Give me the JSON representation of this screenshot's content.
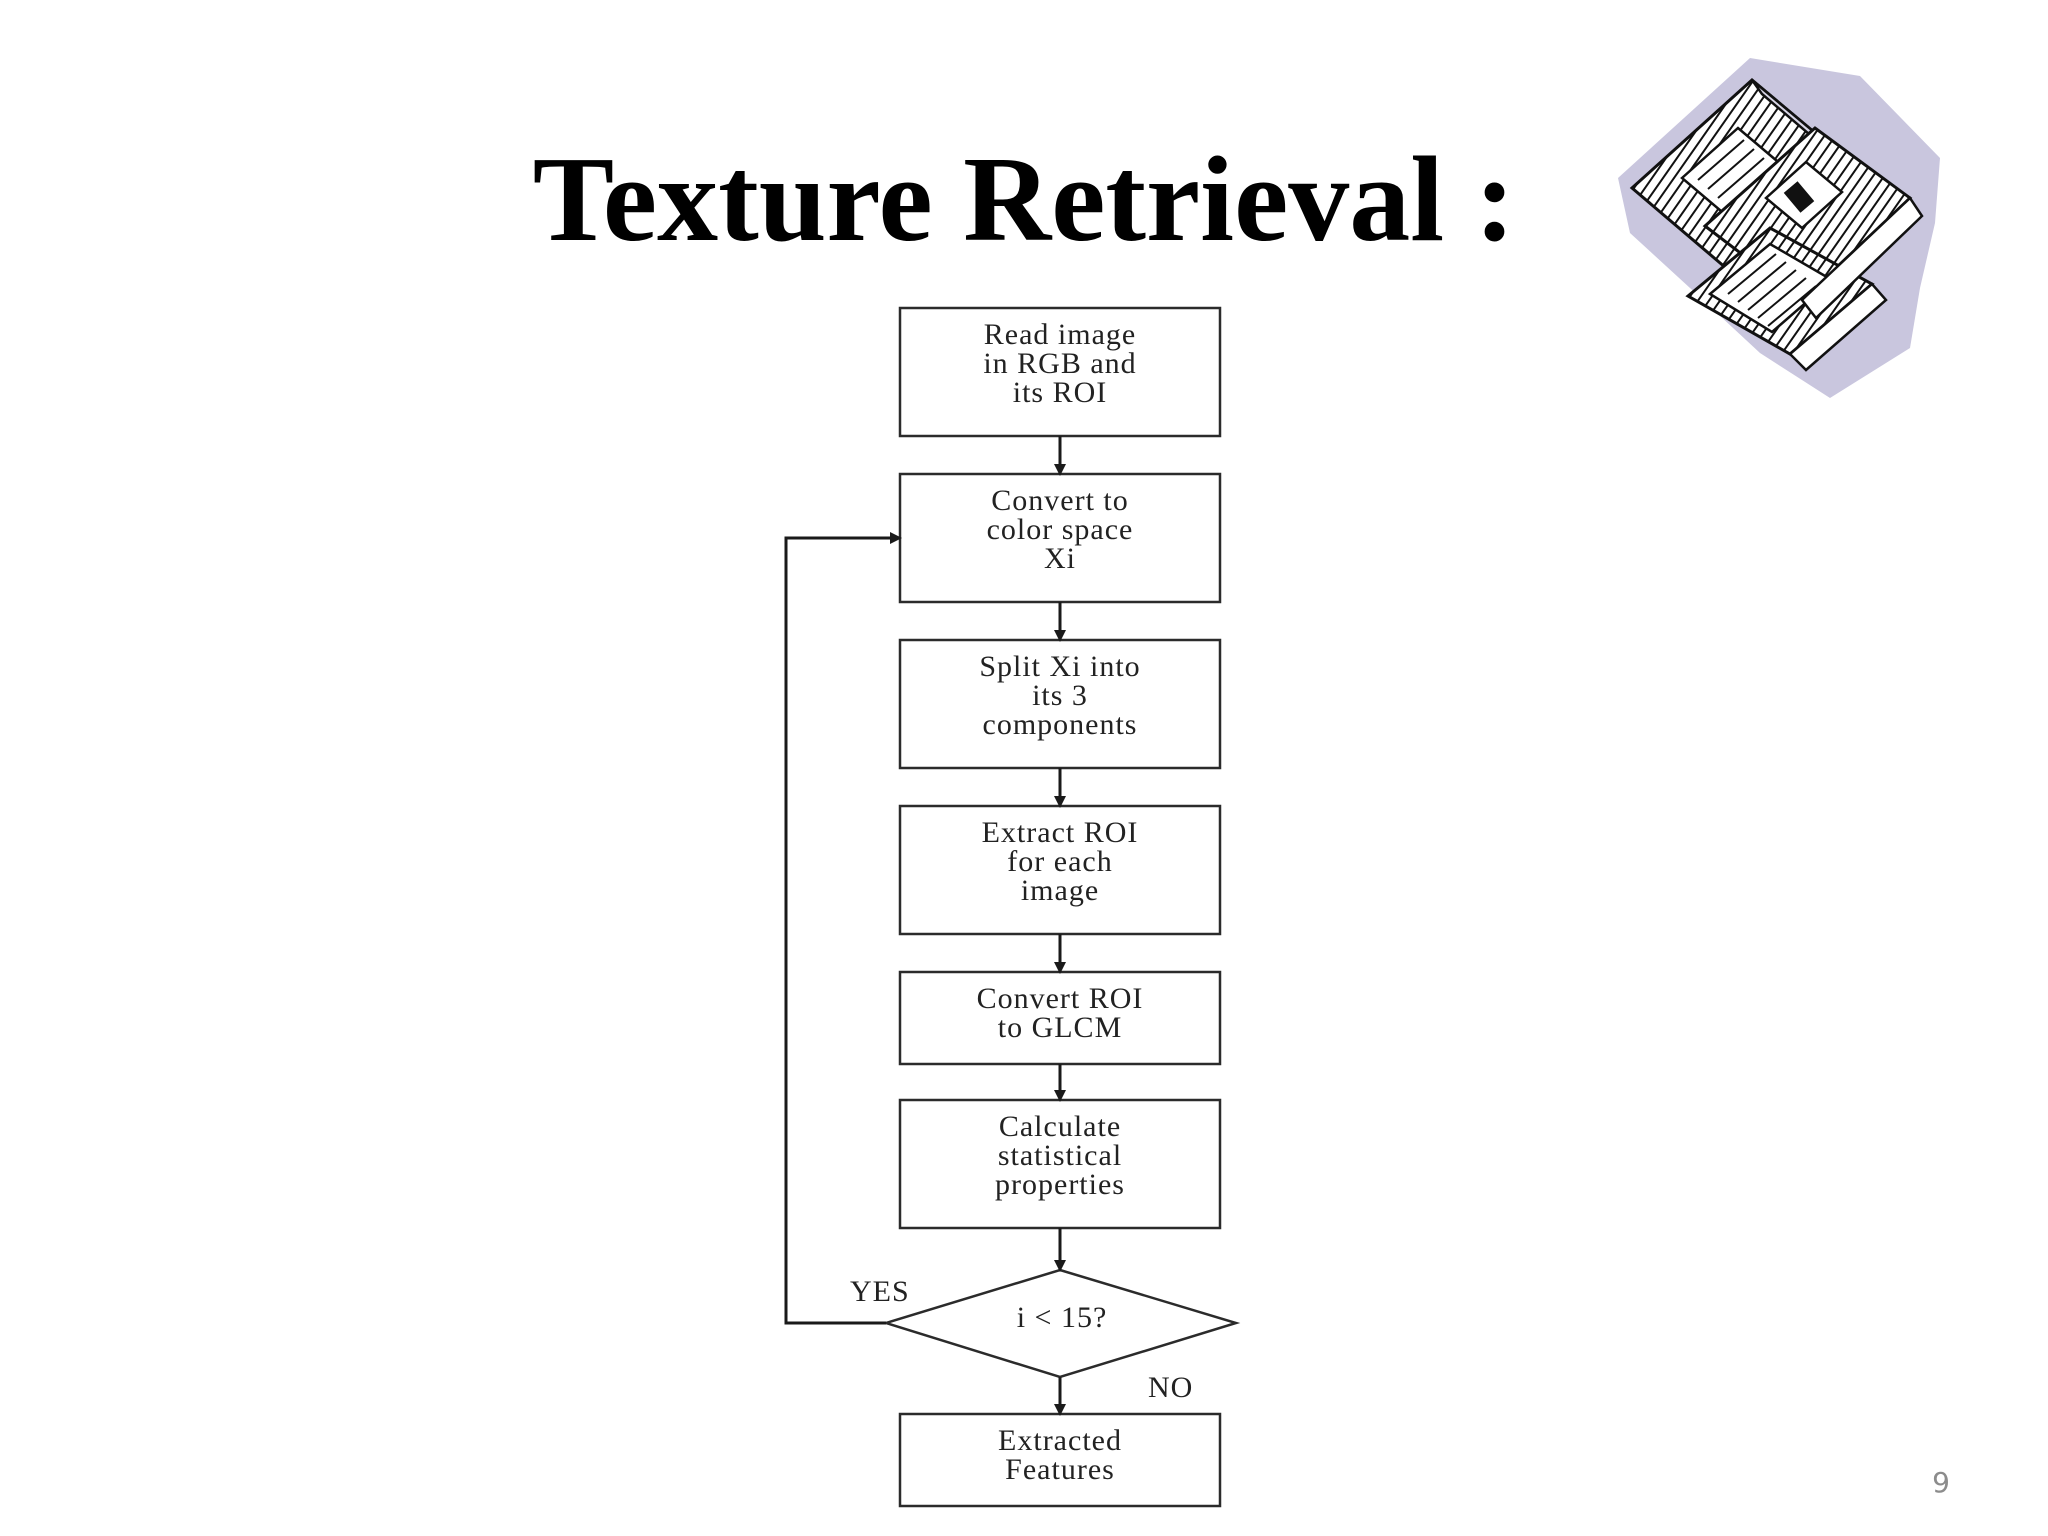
{
  "slide": {
    "title": "Texture Retrieval :",
    "page_number": "9"
  },
  "clipart": {
    "icon": "floppy-disks-icon"
  },
  "flowchart": {
    "steps": [
      {
        "lines": [
          "Read image",
          "in RGB and",
          "its ROI"
        ]
      },
      {
        "lines": [
          "Convert to",
          "color space",
          "Xi"
        ]
      },
      {
        "lines": [
          "Split Xi into",
          "its 3",
          "components"
        ]
      },
      {
        "lines": [
          "Extract ROI",
          "for each",
          "image"
        ]
      },
      {
        "lines": [
          "Convert ROI",
          "to GLCM"
        ]
      },
      {
        "lines": [
          "Calculate",
          "statistical",
          "properties"
        ]
      }
    ],
    "decision": {
      "label": "i < 15?",
      "yes_label": "YES",
      "no_label": "NO"
    },
    "end_step": {
      "lines": [
        "Extracted",
        "Features"
      ]
    }
  },
  "colors": {
    "stroke": "#2b2b2b",
    "text": "#222222",
    "clipart_fill": "#c9c6de"
  }
}
